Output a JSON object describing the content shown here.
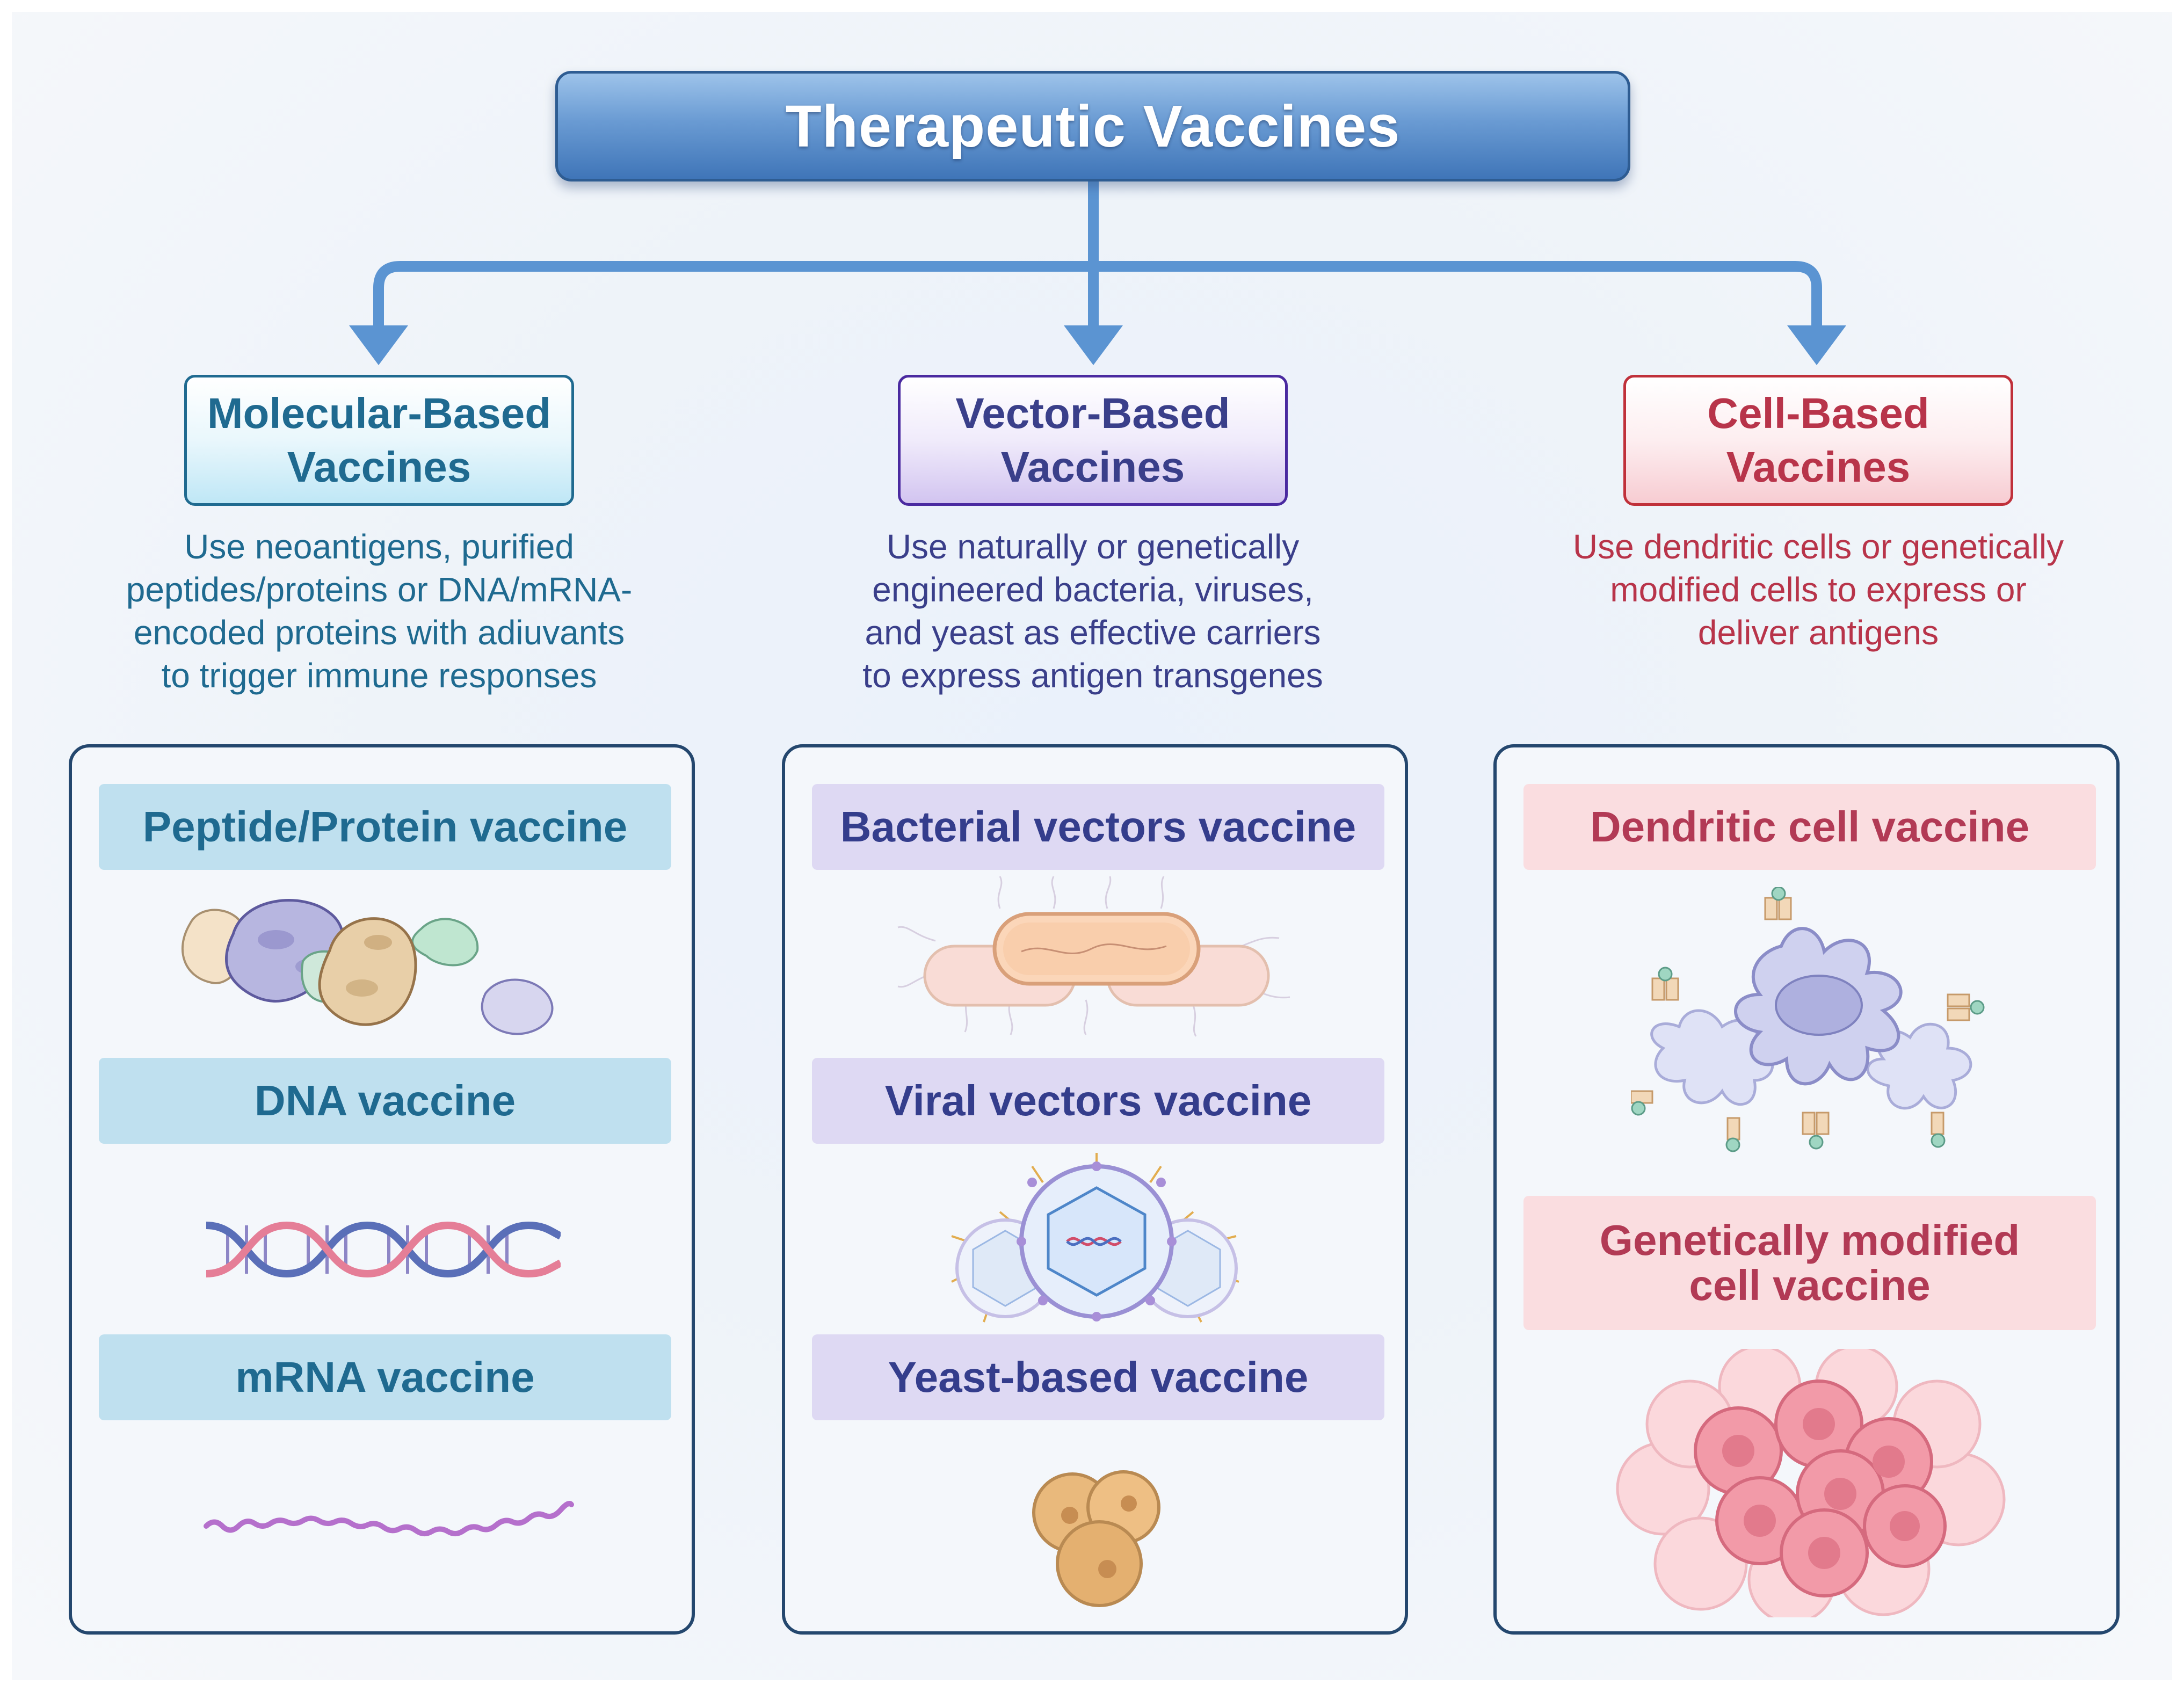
{
  "title": "Therapeutic Vaccines",
  "categories": {
    "molecular": {
      "title_lines": [
        "Molecular-Based",
        "Vaccines"
      ],
      "description_lines": [
        "Use neoantigens, purified",
        "peptides/proteins or DNA/mRNA-",
        "encoded proteins with adiuvants",
        "to trigger immune responses"
      ],
      "items": [
        "Peptide/Protein vaccine",
        "DNA vaccine",
        "mRNA vaccine"
      ],
      "accent_color": "#1f6a90"
    },
    "vector": {
      "title_lines": [
        "Vector-Based",
        "Vaccines"
      ],
      "description_lines": [
        "Use naturally or genetically",
        "engineered bacteria, viruses,",
        "and yeast as effective carriers",
        "to express antigen transgenes"
      ],
      "items": [
        "Bacterial vectors vaccine",
        "Viral vectors vaccine",
        "Yeast-based vaccine"
      ],
      "accent_color": "#3a3f8a"
    },
    "cell": {
      "title_lines": [
        "Cell-Based",
        "Vaccines"
      ],
      "description_lines": [
        "Use dendritic cells or genetically",
        "modified cells to express or",
        "deliver antigens"
      ],
      "items": [
        "Dendritic cell vaccine"
      ],
      "item2_lines": [
        "Genetically modified",
        "cell vaccine"
      ],
      "accent_color": "#b8344a"
    }
  },
  "icons": [
    "protein-cluster-icon",
    "dna-helix-icon",
    "mrna-strand-icon",
    "bacteria-icon",
    "virus-icon",
    "yeast-icon",
    "dendritic-cell-icon",
    "cell-cluster-icon"
  ],
  "colors": {
    "title_bg": "#5a8cc8",
    "arrow": "#5b94d2",
    "panel_border": "#24476e"
  }
}
